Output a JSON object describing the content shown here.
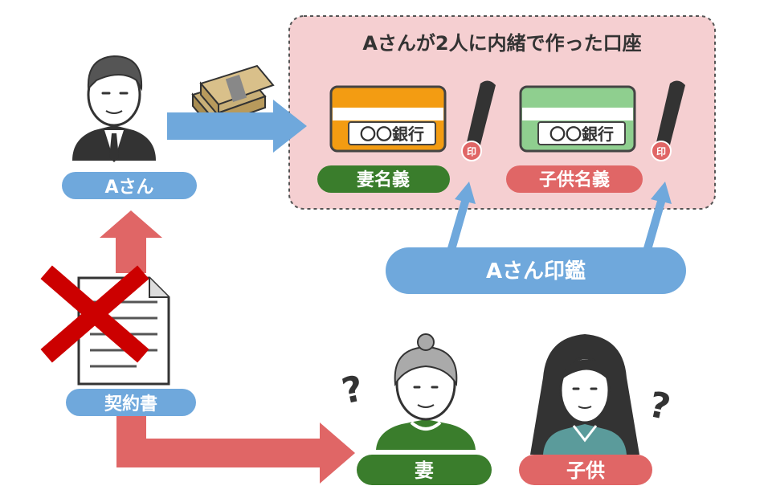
{
  "box": {
    "title": "Aさんが2人に内緒で作った口座"
  },
  "accounts": [
    {
      "bank_name": "〇〇銀行",
      "label": "妻名義",
      "seal_char": "印"
    },
    {
      "bank_name": "〇〇銀行",
      "label": "子供名義",
      "seal_char": "印"
    }
  ],
  "stamp_label": "Aさん印鑑",
  "person_a_label": "Aさん",
  "contract_label": "契約書",
  "wife_label": "妻",
  "child_label": "子供",
  "question_mark": "?",
  "colors": {
    "box_fill": "#f5cfd1",
    "box_border": "#555555",
    "blue": "#6fa8dc",
    "red": "#e06666",
    "green": "#3a7d2c",
    "card_orange": "#f39c12",
    "card_green": "#8fcf8f",
    "stamp_red": "#e06666",
    "x_red": "#cc0000"
  }
}
